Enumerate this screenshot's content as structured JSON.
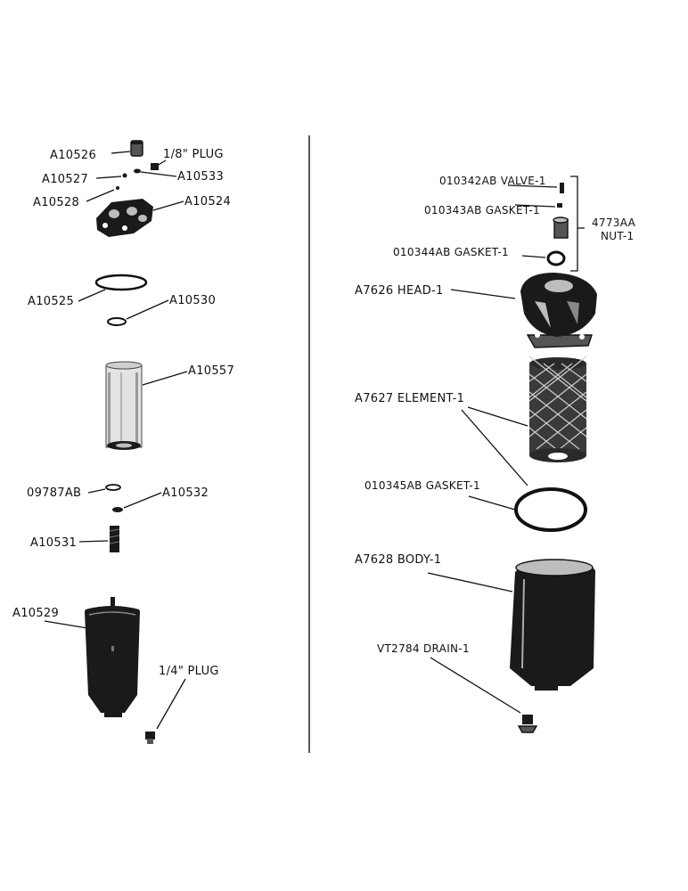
{
  "left_labels": {
    "a10526": "A10526",
    "plug_1_8": "1/8\" PLUG",
    "a10527": "A10527",
    "a10533": "A10533",
    "a10528": "A10528",
    "a10524": "A10524",
    "a10525": "A10525",
    "a10530": "A10530",
    "a10557": "A10557",
    "p09787ab": "09787AB",
    "a10532": "A10532",
    "a10531": "A10531",
    "a10529": "A10529",
    "plug_1_4": "1/4\" PLUG"
  },
  "right_labels": {
    "valve": "010342AB VALVE-1",
    "gasket_343": "010343AB GASKET-1",
    "nut_group_1": "4773AA",
    "nut_group_2": "NUT-1",
    "gasket_344": "010344AB GASKET-1",
    "head": "A7626  HEAD-1",
    "element": "A7627  ELEMENT-1",
    "gasket_345": "010345AB GASKET-1",
    "body": "A7628  BODY-1",
    "drain": "VT2784 DRAIN-1"
  },
  "colors": {
    "ink": "#111111",
    "background": "#ffffff"
  }
}
